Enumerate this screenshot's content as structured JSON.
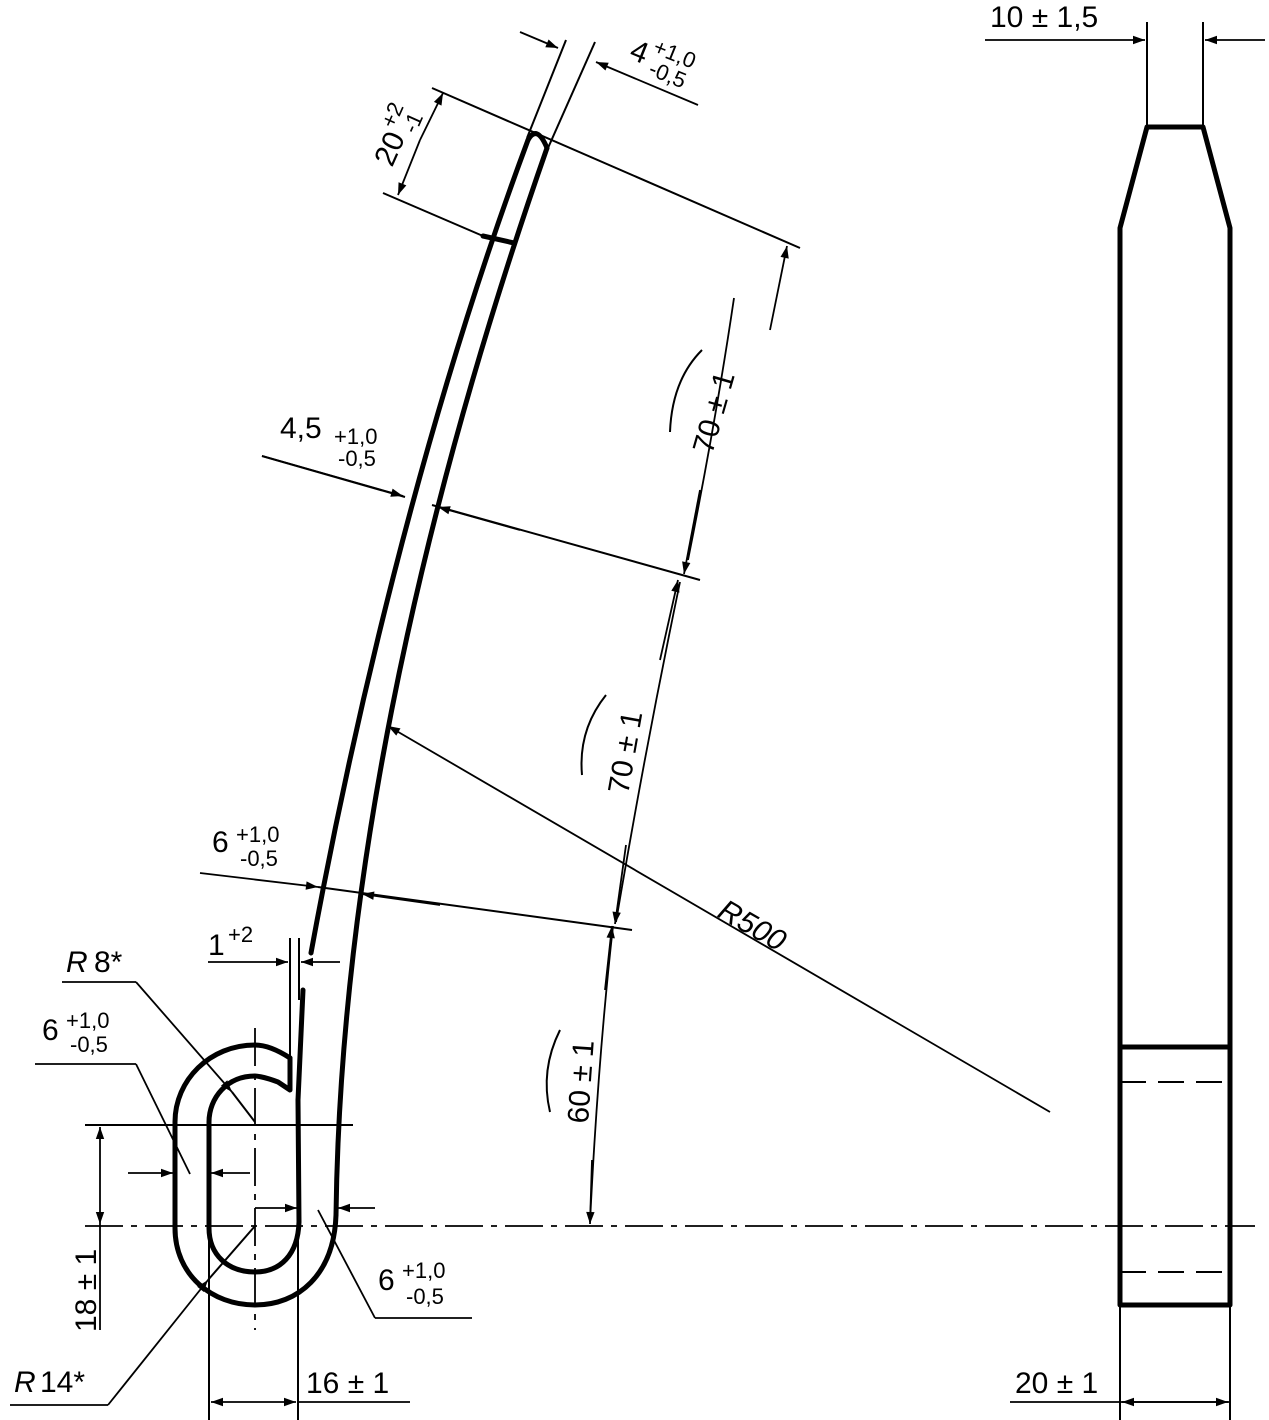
{
  "dimensions": {
    "top_width_value": "10 ± 1,5",
    "tip_thickness_value": "4",
    "tip_thickness_upper": "+1,0",
    "tip_thickness_lower": "-0,5",
    "tip_length_value": "20",
    "tip_length_upper": "+2",
    "tip_length_lower": "-1",
    "upper_arc": "70 ± 1",
    "middle_arc": "70 ± 1",
    "lower_arc": "60 ± 1",
    "mid_thickness_value": "4,5",
    "mid_thickness_upper": "+1,0",
    "mid_thickness_lower": "-0,5",
    "lower_thickness_value": "6",
    "lower_thickness_upper": "+1,0",
    "lower_thickness_lower": "-0,5",
    "gap_value": "1",
    "gap_upper": "+2",
    "radius_inner_symbol": "R",
    "radius_inner_value": "8*",
    "hook_thickness_left_value": "6",
    "hook_thickness_left_upper": "+1,0",
    "hook_thickness_left_lower": "-0,5",
    "hook_thickness_right_value": "6",
    "hook_thickness_right_upper": "+1,0",
    "hook_thickness_right_lower": "-0,5",
    "hook_height": "18 ± 1",
    "radius_outer_symbol": "R",
    "radius_outer_value": "14*",
    "hook_width": "16 ± 1",
    "radius_large_symbol": "R",
    "radius_large_value": "500",
    "bottom_width": "20 ± 1"
  }
}
